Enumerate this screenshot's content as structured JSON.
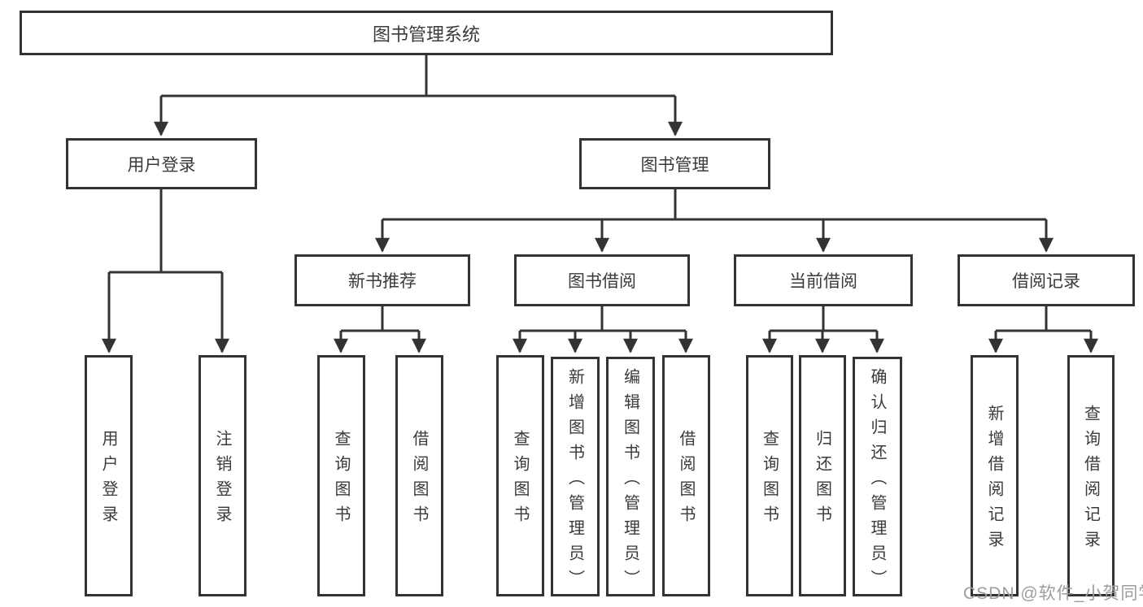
{
  "diagram": {
    "title": "图书管理系统",
    "level2": {
      "user_login": "用户登录",
      "book_management": "图书管理"
    },
    "level3": {
      "new_book_recommendation": "新书推荐",
      "book_borrowing": "图书借阅",
      "current_borrowing": "当前借阅",
      "borrowing_records": "借阅记录"
    },
    "leaves": {
      "user_login": "用户登录",
      "logout": "注销登录",
      "recommend_query_books": "查询图书",
      "recommend_borrow_books": "借阅图书",
      "borrowing_query_books": "查询图书",
      "borrowing_add_books": "新增图书（管理员）",
      "borrowing_edit_books": "编辑图书（管理员）",
      "borrowing_borrow_books": "借阅图书",
      "current_query_books": "查询图书",
      "current_return_books": "归还图书",
      "current_confirm_return": "确认归还（管理员）",
      "records_add_record": "新增借阅记录",
      "records_query_record": "查询借阅记录"
    },
    "watermark": "CSDN @软件_小贺同学",
    "colors": {
      "line": "#333333",
      "text": "#3a3a3a",
      "box_background": "#ffffff",
      "watermark": "#9d9d9d"
    }
  }
}
